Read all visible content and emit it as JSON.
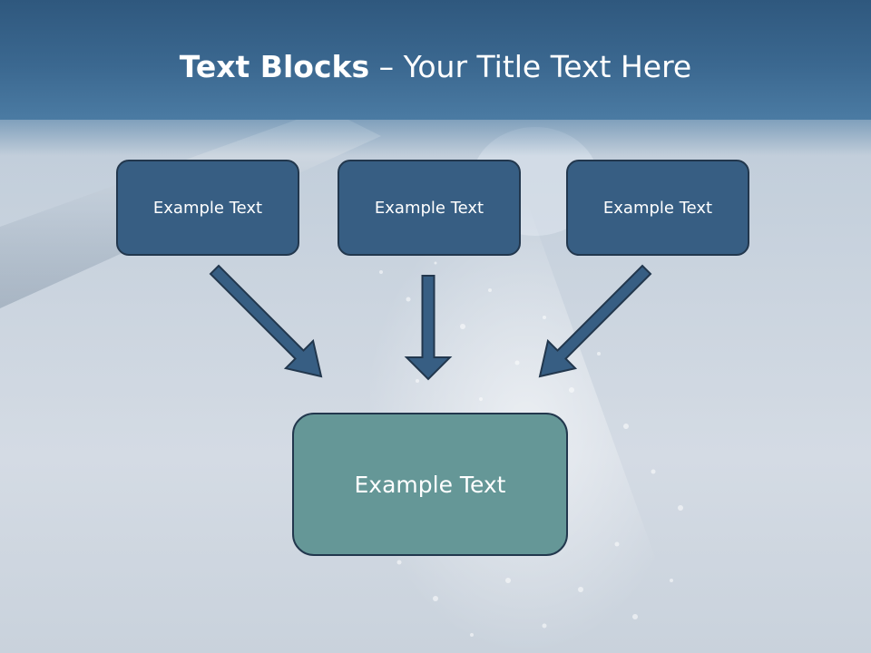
{
  "title": {
    "bold_part": "Text Blocks",
    "separator": " – ",
    "rest": "Your Title Text Here"
  },
  "boxes": {
    "left": "Example Text",
    "center": "Example Text",
    "right": "Example Text",
    "bottom": "Example Text"
  },
  "colors": {
    "title_band": "#3b6890",
    "small_box_fill": "#375e83",
    "bottom_box_fill": "#659797",
    "arrow_fill": "#375e83",
    "box_border": "#22374d"
  }
}
